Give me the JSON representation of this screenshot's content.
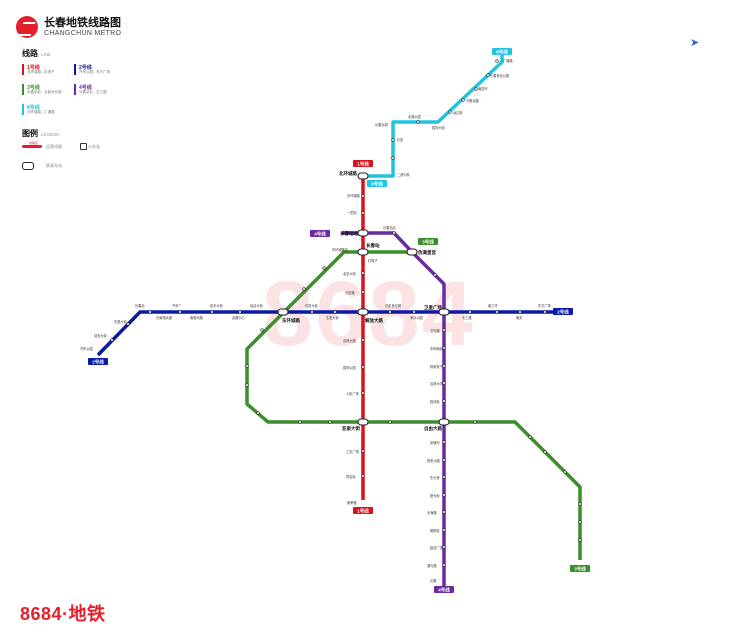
{
  "header": {
    "title_cn": "长春地铁线路图",
    "title_en": "CHANGCHUN METRO"
  },
  "legend_lines": {
    "title": "线路",
    "subtitle": "LINE",
    "items": [
      {
        "name": "1号线",
        "route": "北环城路 - 红嘴子",
        "color": "#d7141d"
      },
      {
        "name": "2号线",
        "route": "汽车公园 - 东方广场",
        "color": "#0b1aa5"
      },
      {
        "name": "3号线",
        "route": "长春站北 - 长影世纪城",
        "color": "#3a8f2a"
      },
      {
        "name": "4号线",
        "route": "长春站北 - 天工路",
        "color": "#6a2aa0"
      },
      {
        "name": "8号线",
        "route": "北环城路 - 广通路",
        "color": "#22c3e0"
      }
    ]
  },
  "legend_symbols": {
    "title": "图例",
    "subtitle": "LEGEND",
    "items": [
      {
        "label": "运营线路",
        "small": "线路名",
        "icon": "line-sample-icon"
      },
      {
        "label": "火车站",
        "icon": "train-station-icon"
      },
      {
        "label": "换乘车站",
        "icon": "transfer-station-icon"
      }
    ]
  },
  "watermark": "8684",
  "brand": "8684·地铁",
  "map": {
    "line_badges": [
      {
        "label": "8号线",
        "color": "#22c3e0"
      },
      {
        "label": "1号线",
        "color": "#d7141d"
      },
      {
        "label": "8号线",
        "color": "#22c3e0"
      },
      {
        "label": "4号线",
        "color": "#6a2aa0"
      },
      {
        "label": "3号线",
        "color": "#3a8f2a"
      },
      {
        "label": "2号线",
        "color": "#0b1aa5"
      },
      {
        "label": "2号线",
        "color": "#0b1aa5"
      },
      {
        "label": "1号线",
        "color": "#d7141d"
      },
      {
        "label": "4号线",
        "color": "#6a2aa0"
      },
      {
        "label": "3号线",
        "color": "#3a8f2a"
      }
    ],
    "transfer_labels": [
      "北环城路",
      "长春站北",
      "长春站",
      "伪满皇宫",
      "解放大路",
      "东环城路",
      "卫星广场",
      "亚泰大街",
      "自由大路"
    ],
    "station_labels": [
      "广通路",
      "长春世纪公园",
      "南四环",
      "兴隆北路",
      "远达街",
      "北湖公园",
      "胜利大街",
      "长春北湖",
      "长影",
      "二道中街",
      "东环城路",
      "一匡街",
      "长春站北",
      "北京大街",
      "光复路",
      "吉林大路",
      "胜利公园",
      "人民广场",
      "工农广场",
      "同志街",
      "繁荣路",
      "红嘴子",
      "东方广场",
      "汽车公园",
      "延安大街",
      "东盛大街",
      "东环城路站",
      "长春站",
      "汽车厂",
      "民丰大街",
      "硅谷大街",
      "东南湖大路",
      "南湖大路",
      "会展中心",
      "前进大街",
      "生态大街",
      "长影世纪城",
      "净月公园",
      "天工路",
      "南三环",
      "南关",
      "卫光路",
      "东岭南街",
      "杨家歲子",
      "吉林大学",
      "临河街",
      "伊通河",
      "西安大路",
      "东大桥",
      "盛大街",
      "北海路",
      "普阳街",
      "建设广场",
      "湖光路",
      "长春"
    ]
  }
}
